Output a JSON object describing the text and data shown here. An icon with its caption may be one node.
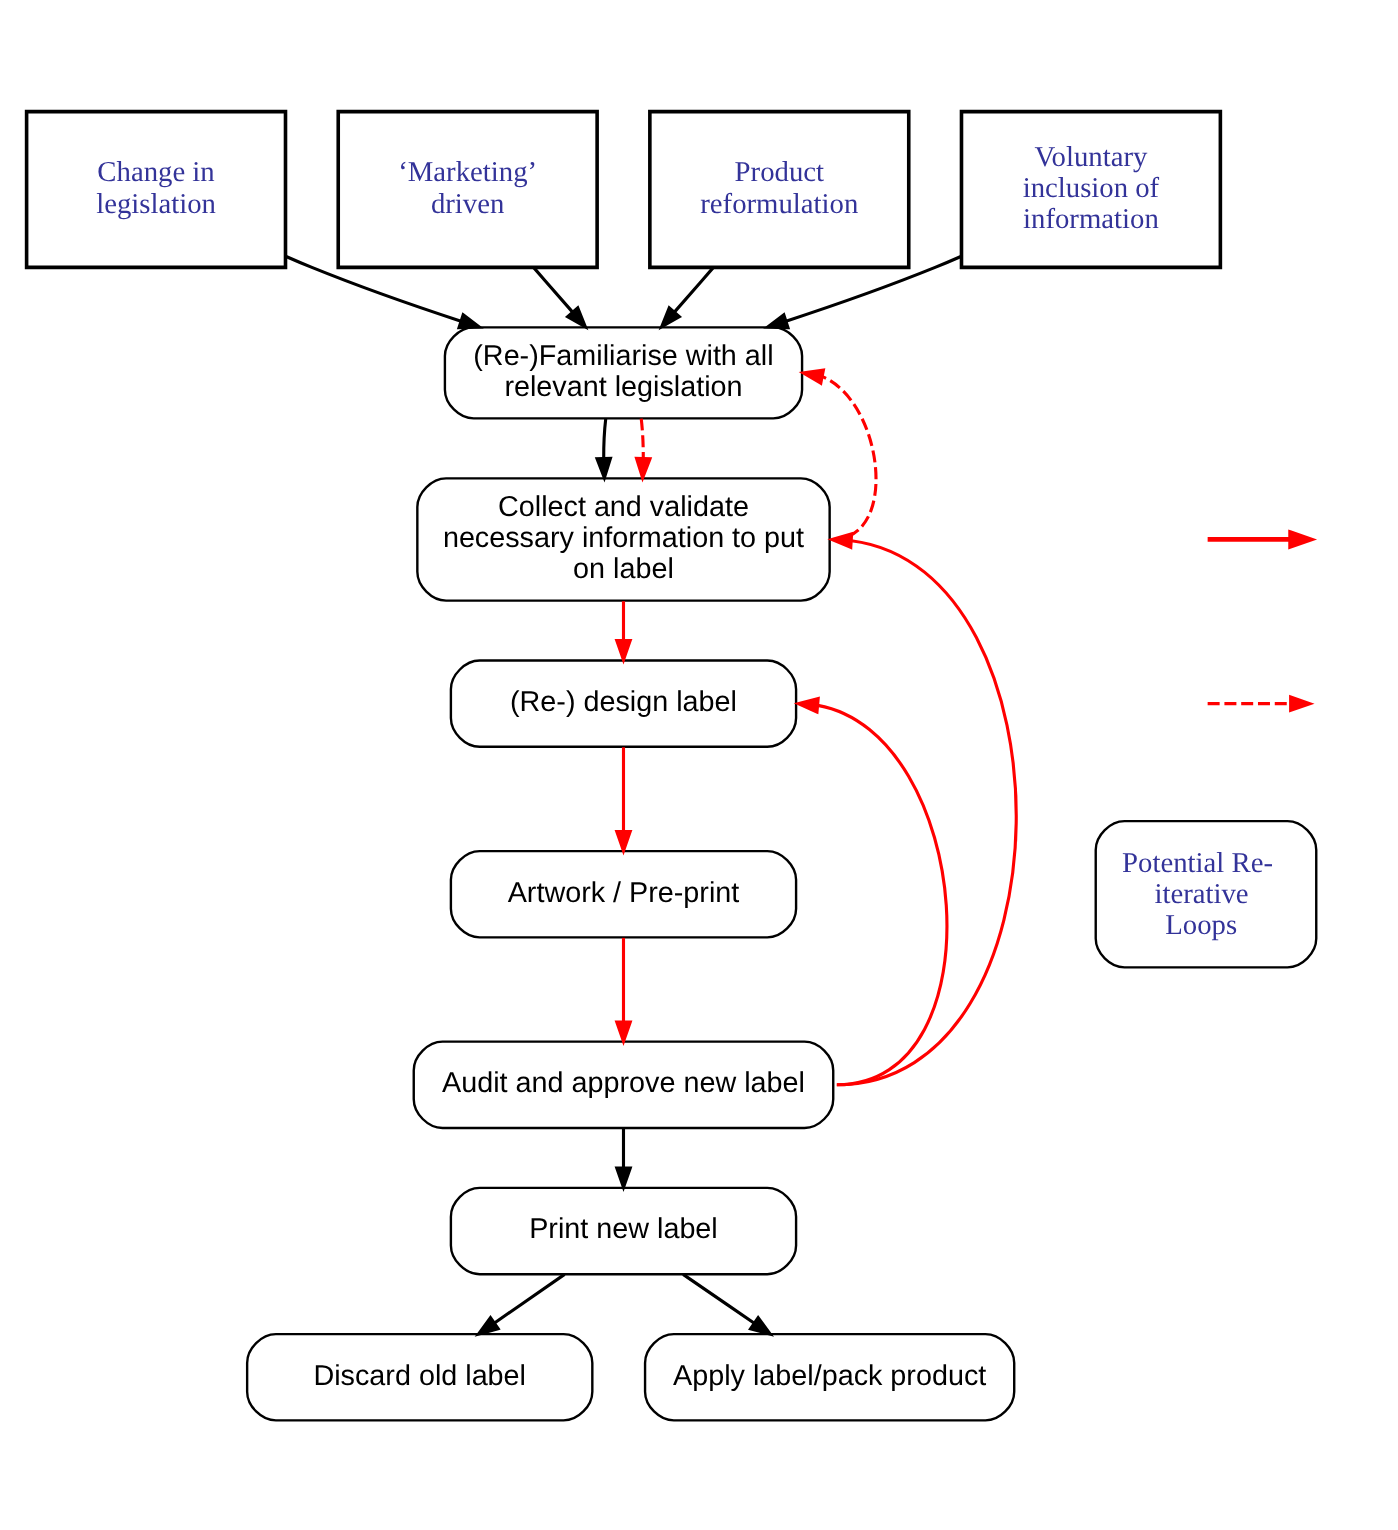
{
  "diagram": {
    "nodes": [
      {
        "text": [
          "Change in legislation"
        ]
      },
      {
        "text": [
          "‘Marketing’ driven"
        ]
      },
      {
        "text": [
          "Product reformulation"
        ]
      },
      {
        "text": [
          "Voluntary inclusion of information"
        ]
      },
      {
        "text": [
          "(Re-)Familiarise with all relevant legislation"
        ]
      },
      {
        "text": [
          "Collect and validate necessary information to put on label"
        ]
      },
      {
        "text": [
          "(Re-) design label"
        ]
      },
      {
        "text": [
          "Artwork / Pre-print"
        ]
      },
      {
        "text": [
          "Audit and approve new label"
        ]
      },
      {
        "text": [
          "Print new label"
        ]
      },
      {
        "text": [
          "Discard old label"
        ]
      },
      {
        "text": [
          "Apply label/pack product"
        ]
      }
    ],
    "edges": [
      {
        "from": 0,
        "to": 4,
        "arrow": "to"
      },
      {
        "from": 1,
        "to": 4,
        "arrow": "to"
      },
      {
        "from": 2,
        "to": 4,
        "arrow": "to"
      },
      {
        "from": 3,
        "to": 4,
        "arrow": "to"
      },
      {
        "from": 4,
        "to": 5,
        "arrow": "to"
      },
      {
        "from": 4,
        "to": 5,
        "arrow": "to",
        "style": "dashed",
        "color": "#ff0000"
      },
      {
        "from": 5,
        "to": 4,
        "arrow": "to",
        "style": "dashed",
        "color": "#ff0000"
      },
      {
        "from": 5,
        "to": 6,
        "arrow": "to",
        "color": "#ff0000"
      },
      {
        "from": 6,
        "to": 7,
        "arrow": "to",
        "color": "#ff0000"
      },
      {
        "from": 7,
        "to": 8,
        "arrow": "to",
        "color": "#ff0000"
      },
      {
        "from": 8,
        "to": 6,
        "arrow": "to",
        "color": "#ff0000"
      },
      {
        "from": 8,
        "to": 5,
        "arrow": "to",
        "color": "#ff0000"
      },
      {
        "from": 8,
        "to": 9,
        "arrow": "to"
      },
      {
        "from": 9,
        "to": 10,
        "arrow": "to"
      },
      {
        "from": 9,
        "to": 11,
        "arrow": "to"
      }
    ],
    "legend": [
      {
        "text": "Potential Re-iterative Loops"
      }
    ]
  }
}
